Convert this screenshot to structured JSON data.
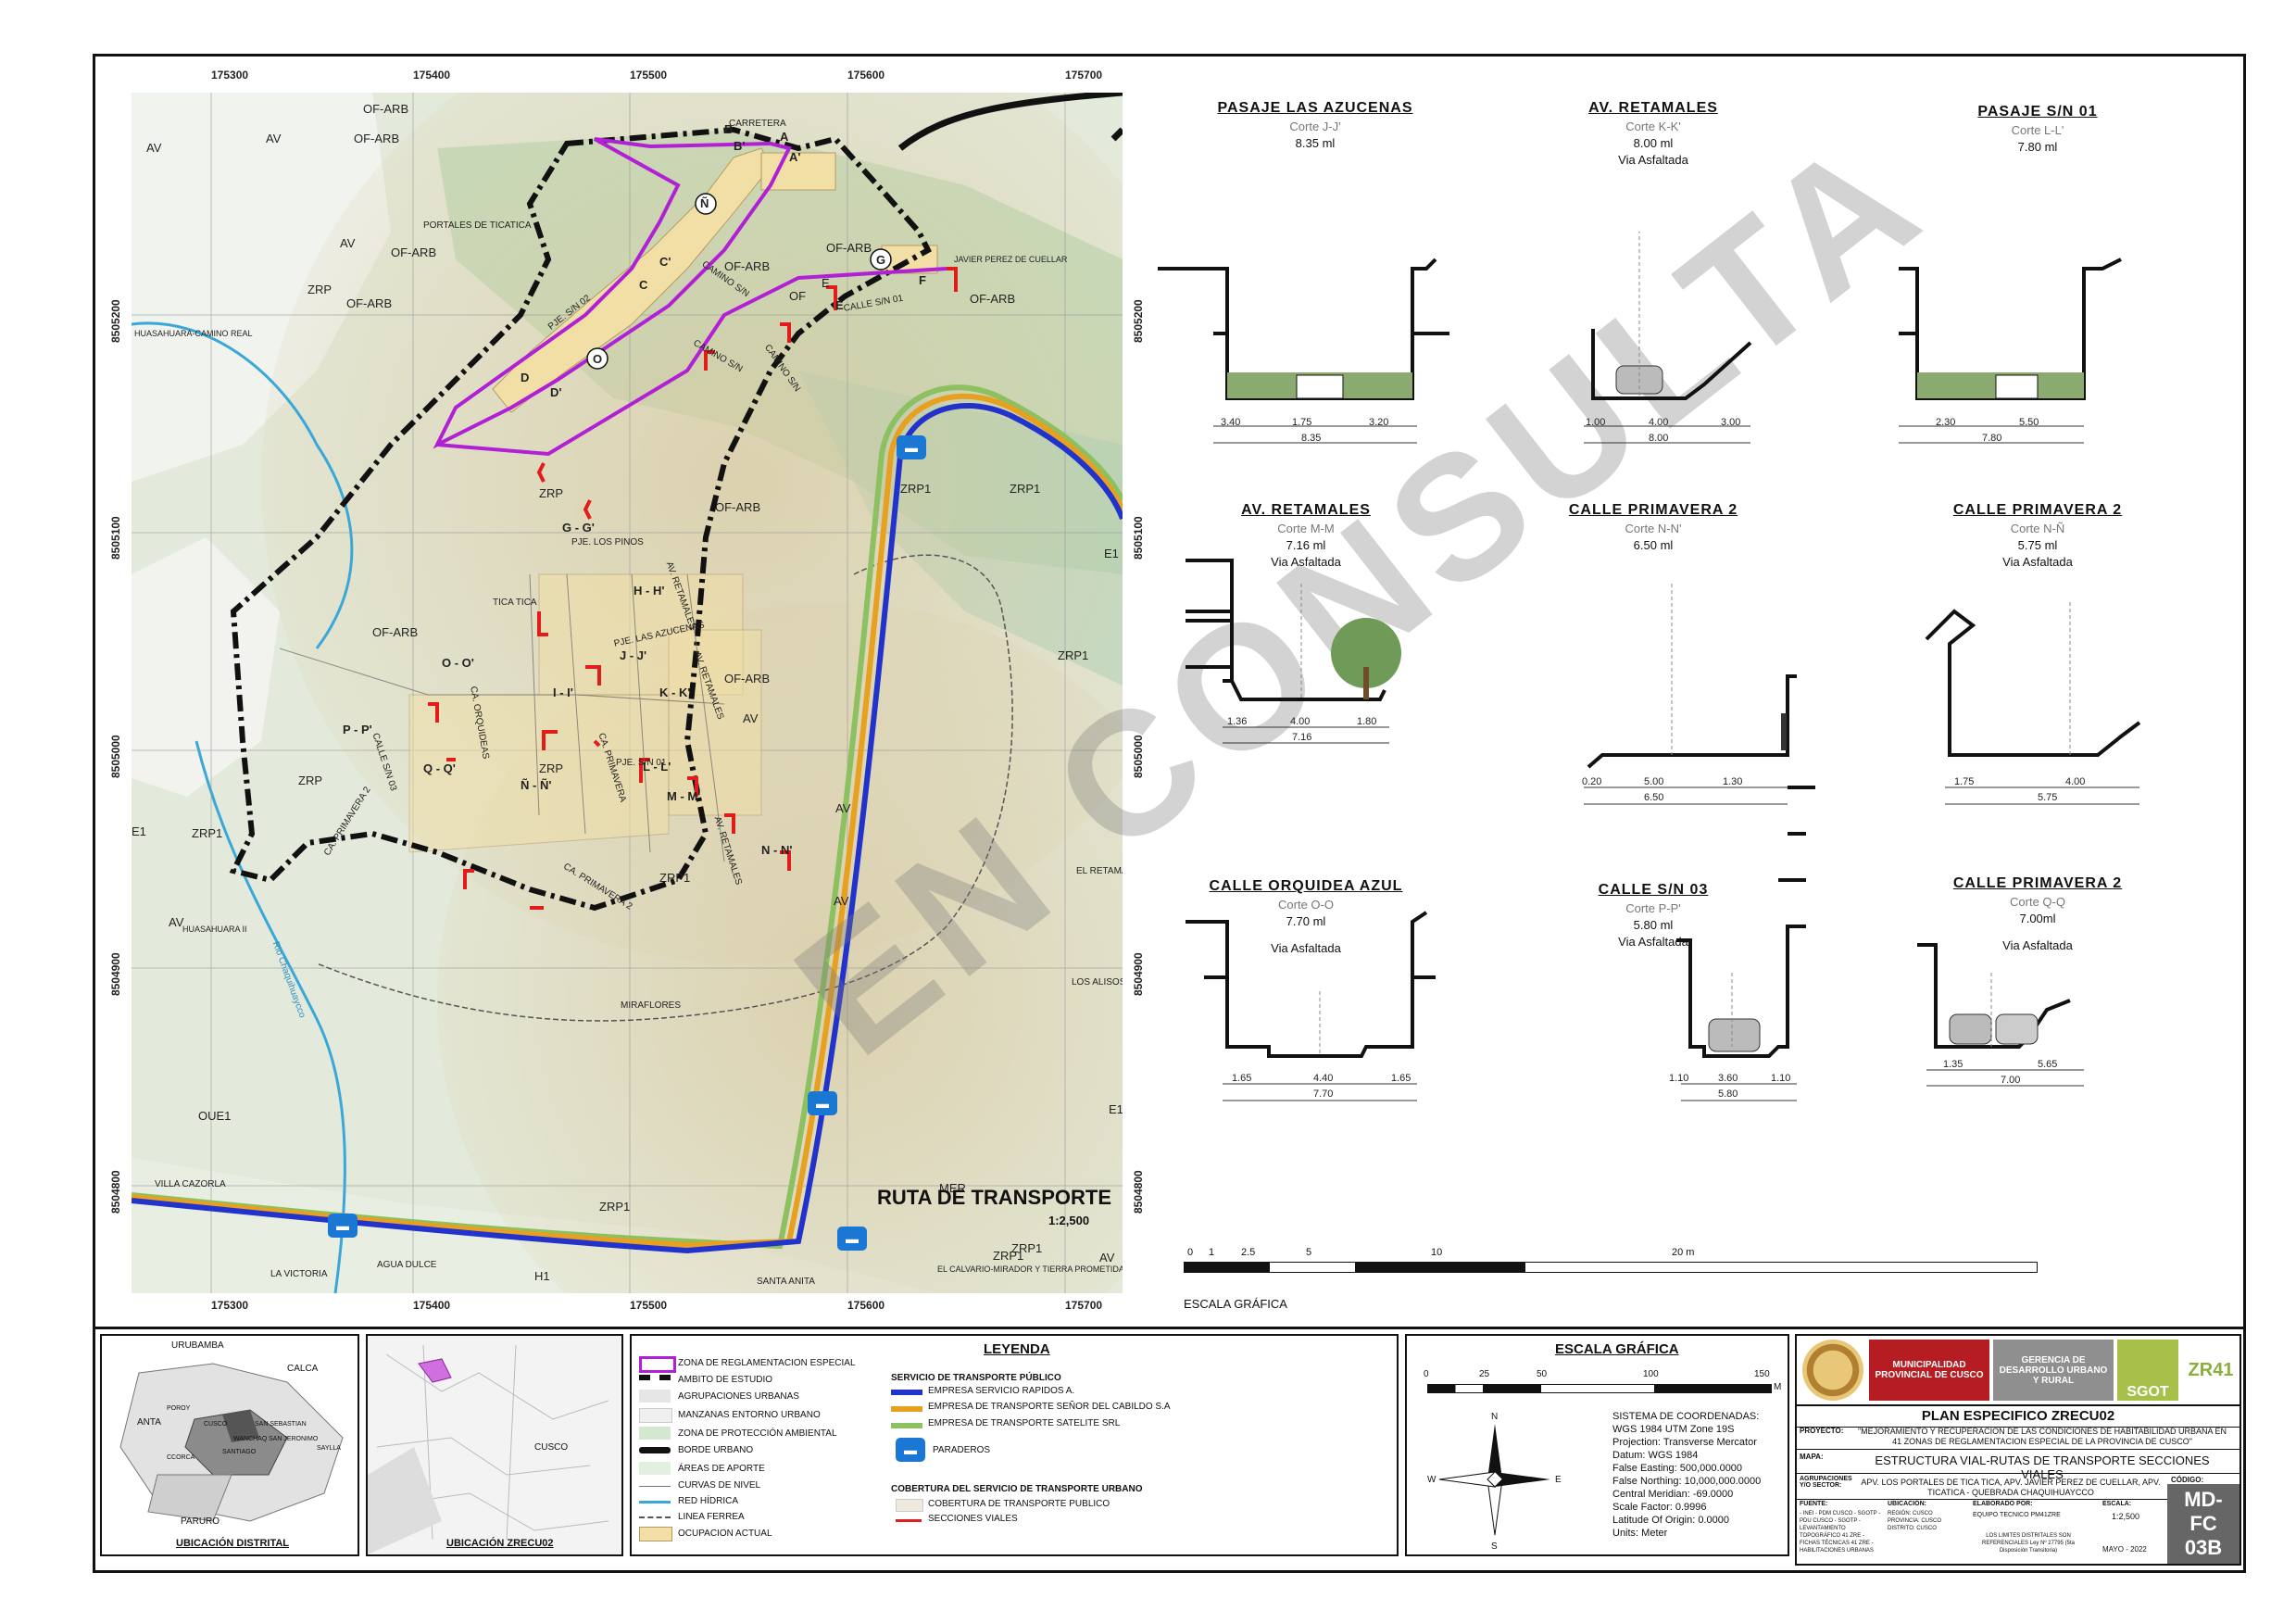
{
  "map": {
    "title": "RUTA DE TRANSPORTE",
    "scale": "1:2,500",
    "x_ticks": [
      "175300",
      "175400",
      "175500",
      "175600",
      "175700"
    ],
    "y_ticks": [
      "8505200",
      "8505100",
      "8505000",
      "8504900",
      "8504800"
    ],
    "labels": [
      {
        "id": "av1",
        "text": "AV"
      },
      {
        "id": "ofarb1",
        "text": "OF-ARB"
      },
      {
        "id": "ofarb2",
        "text": "OF-ARB"
      },
      {
        "id": "av2",
        "text": "AV"
      },
      {
        "id": "av3",
        "text": "AV"
      },
      {
        "id": "portales",
        "text": "PORTALES DE TICATICA"
      },
      {
        "id": "ofarb3",
        "text": "OF-ARB"
      },
      {
        "id": "zrp1",
        "text": "ZRP"
      },
      {
        "id": "ofarb4",
        "text": "OF-ARB"
      },
      {
        "id": "huasa",
        "text": "HUASAHUARA-CAMINO REAL"
      },
      {
        "id": "zrp2",
        "text": "ZRP"
      },
      {
        "id": "ofarb5",
        "text": "OF-ARB"
      },
      {
        "id": "ticatica",
        "text": "TICA TICA"
      },
      {
        "id": "ofarb6",
        "text": "OF-ARB"
      },
      {
        "id": "zrp3",
        "text": "ZRP"
      },
      {
        "id": "zrp1a",
        "text": "ZRP1"
      },
      {
        "id": "e1a",
        "text": "E1"
      },
      {
        "id": "av4",
        "text": "AV"
      },
      {
        "id": "huasa2",
        "text": "HUASAHUARA II"
      },
      {
        "id": "miraflores",
        "text": "MIRAFLORES"
      },
      {
        "id": "oue1",
        "text": "OUE1"
      },
      {
        "id": "villa",
        "text": "VILLA CAZORLA"
      },
      {
        "id": "zrp1b",
        "text": "ZRP1"
      },
      {
        "id": "victoria",
        "text": "LA VICTORIA"
      },
      {
        "id": "aguadulce",
        "text": "AGUA DULCE"
      },
      {
        "id": "h1",
        "text": "H1"
      },
      {
        "id": "santaanita",
        "text": "SANTA ANITA"
      },
      {
        "id": "zrp1c",
        "text": "ZRP1"
      },
      {
        "id": "zrp1d",
        "text": "ZRP1"
      },
      {
        "id": "zrp1e",
        "text": "ZRP1"
      },
      {
        "id": "e1b",
        "text": "E1"
      },
      {
        "id": "elretamal",
        "text": "EL RETAMAL"
      },
      {
        "id": "losalisos",
        "text": "LOS ALISOS"
      },
      {
        "id": "av5",
        "text": "AV"
      },
      {
        "id": "av6",
        "text": "AV"
      },
      {
        "id": "av7",
        "text": "AV"
      },
      {
        "id": "mer",
        "text": "MER"
      },
      {
        "id": "zrp1f",
        "text": "ZRP1"
      },
      {
        "id": "calvario",
        "text": "EL CALVARIO-MIRADOR Y TIERRA PROMETIDA"
      },
      {
        "id": "javier",
        "text": "JAVIER PEREZ DE CUELLAR"
      },
      {
        "id": "ofarb7",
        "text": "OF-ARB"
      },
      {
        "id": "ofarb8",
        "text": "OF-ARB"
      },
      {
        "id": "e",
        "text": "E"
      },
      {
        "id": "of",
        "text": "OF"
      },
      {
        "id": "zrp1g",
        "text": "ZRP1"
      },
      {
        "id": "ofarb9",
        "text": "OF-ARB"
      },
      {
        "id": "av8",
        "text": "AV"
      },
      {
        "id": "zrp4",
        "text": "ZRP"
      },
      {
        "id": "ofarb10",
        "text": "OF-ARB"
      },
      {
        "id": "e1c",
        "text": "E1"
      },
      {
        "id": "zrp1h",
        "text": "ZRP1"
      },
      {
        "id": "rio",
        "text": "Rio Chaquihuaycco"
      }
    ],
    "streets": [
      {
        "id": "pjelospinos",
        "text": "PJE. LOS PINOS"
      },
      {
        "id": "avret1",
        "text": "AV. RETAMALES"
      },
      {
        "id": "pjeazu",
        "text": "PJE. LAS AZUCENAS"
      },
      {
        "id": "avret2",
        "text": "AV. RETAMALES"
      },
      {
        "id": "caorq",
        "text": "CA. ORQUIDEAS"
      },
      {
        "id": "pjesn01",
        "text": "PJE. S/N 01"
      },
      {
        "id": "caprim",
        "text": "CA. PRIMAVERA"
      },
      {
        "id": "avret3",
        "text": "AV. RETAMALES"
      },
      {
        "id": "caprim2",
        "text": "CA. PRIMAVERA 2"
      },
      {
        "id": "caprim2b",
        "text": "CA. PRIMAVERA 2"
      },
      {
        "id": "calle03",
        "text": "CALLE S/N 03"
      },
      {
        "id": "camsn1",
        "text": "CAMINO S/N"
      },
      {
        "id": "camsn2",
        "text": "CAMINO S/N"
      },
      {
        "id": "camsn3",
        "text": "CAMINO S/N"
      },
      {
        "id": "callesn01",
        "text": "CALLE S/N 01"
      },
      {
        "id": "pjesn02",
        "text": "PJE. S/N 02"
      },
      {
        "id": "carretera",
        "text": "CARRETERA"
      }
    ],
    "sections": [
      {
        "id": "b",
        "text": "B"
      },
      {
        "id": "bp",
        "text": "B'"
      },
      {
        "id": "a",
        "text": "A"
      },
      {
        "id": "ap",
        "text": "A'"
      },
      {
        "id": "n",
        "text": "Ñ"
      },
      {
        "id": "c",
        "text": "C"
      },
      {
        "id": "cp",
        "text": "C'"
      },
      {
        "id": "o",
        "text": "O"
      },
      {
        "id": "d",
        "text": "D"
      },
      {
        "id": "dp",
        "text": "D'"
      },
      {
        "id": "g",
        "text": "G"
      },
      {
        "id": "e",
        "text": "E"
      },
      {
        "id": "f",
        "text": "F"
      },
      {
        "id": "gg",
        "text": "G - G'"
      },
      {
        "id": "hh",
        "text": "H - H'"
      },
      {
        "id": "jj",
        "text": "J - J'"
      },
      {
        "id": "oo",
        "text": "O - O'"
      },
      {
        "id": "ii",
        "text": "I - I'"
      },
      {
        "id": "kk",
        "text": "K - K'"
      },
      {
        "id": "pp",
        "text": "P - P'"
      },
      {
        "id": "ll",
        "text": "L - L'"
      },
      {
        "id": "mm",
        "text": "M - M'"
      },
      {
        "id": "qq",
        "text": "Q - Q'"
      },
      {
        "id": "nn",
        "text": "Ñ - Ñ'"
      },
      {
        "id": "np",
        "text": "N - N'"
      }
    ]
  },
  "sections_panel": [
    {
      "id": "s1",
      "title": "PASAJE LAS AZUCENAS",
      "corte": "Corte J-J'",
      "width": "8.35 ml",
      "surface": "",
      "dims": [
        "3.40",
        "1.75",
        "3.20"
      ],
      "total": "8.35"
    },
    {
      "id": "s2",
      "title": "AV. RETAMALES",
      "corte": "Corte K-K'",
      "width": "8.00 ml",
      "surface": "Via Asfaltada",
      "dims": [
        "1.00",
        "4.00",
        "3.00"
      ],
      "total": "8.00"
    },
    {
      "id": "s3",
      "title": "PASAJE S/N 01",
      "corte": "Corte L-L'",
      "width": "7.80 ml",
      "surface": "",
      "dims": [
        "2.30",
        "5.50"
      ],
      "total": "7.80"
    },
    {
      "id": "s4",
      "title": "AV. RETAMALES",
      "corte": "Corte M-M",
      "width": "7.16 ml",
      "surface": "Via Asfaltada",
      "dims": [
        "1.36",
        "4.00",
        "1.80"
      ],
      "total": "7.16"
    },
    {
      "id": "s5",
      "title": "CALLE PRIMAVERA 2",
      "corte": "Corte N-N'",
      "width": "6.50 ml",
      "surface": "",
      "dims": [
        "0.20",
        "5.00",
        "1.30"
      ],
      "total": "6.50"
    },
    {
      "id": "s6",
      "title": "CALLE PRIMAVERA 2",
      "corte": "Corte N-Ñ",
      "width": "5.75 ml",
      "surface": "Via Asfaltada",
      "dims": [
        "1.75",
        "4.00"
      ],
      "total": "5.75"
    },
    {
      "id": "s7",
      "title": "CALLE ORQUIDEA AZUL",
      "corte": "Corte O-O",
      "width": "7.70 ml",
      "surface": "Via Asfaltada",
      "dims": [
        "1.65",
        "4.40",
        "1.65"
      ],
      "total": "7.70"
    },
    {
      "id": "s8",
      "title": "CALLE S/N 03",
      "corte": "Corte P-P'",
      "width": "5.80 ml",
      "surface": "Via Asfaltada",
      "dims": [
        "1.10",
        "3.60",
        "1.10"
      ],
      "total": "5.80"
    },
    {
      "id": "s9",
      "title": "CALLE PRIMAVERA 2",
      "corte": "Corte Q-Q",
      "width": "7.00ml",
      "surface": "Via Asfaltada",
      "dims": [
        "1.35",
        "5.65"
      ],
      "total": "7.00"
    }
  ],
  "graphic_scale": {
    "label": "ESCALA GRÁFICA",
    "ticks": [
      "0",
      "1",
      "2.5",
      "5",
      "10",
      "20 m"
    ]
  },
  "watermark": "EN CONSULTA",
  "locator": {
    "district_title": "UBICACIÓN DISTRITAL",
    "zone_title": "UBICACIÓN ZRECU02",
    "district_labels": [
      "URUBAMBA",
      "CALCA",
      "ANTA",
      "PARURO",
      "CUSCO",
      "SAN SEBASTIAN",
      "SANTIAGO",
      "WANCHAQ",
      "SAN JERONIMO",
      "SAYLLA",
      "CCORCA",
      "POROY"
    ],
    "zone_labels": [
      "CUSCO"
    ]
  },
  "legend": {
    "title": "LEYENDA",
    "items": [
      "ZONA DE REGLAMENTACION ESPECIAL",
      "AMBITO DE ESTUDIO",
      "AGRUPACIONES URBANAS",
      "MANZANAS ENTORNO URBANO",
      "ZONA DE PROTECCIÓN AMBIENTAL",
      "BORDE URBANO",
      "ÁREAS DE APORTE",
      "CURVAS DE NIVEL",
      "RED HÍDRICA",
      "LINEA FERREA",
      "OCUPACION ACTUAL"
    ],
    "transport_title": "SERVICIO DE TRANSPORTE PÚBLICO",
    "transport": [
      {
        "text": "EMPRESA SERVICIO RAPIDOS A.",
        "color": "#2233cc"
      },
      {
        "text": "EMPRESA DE TRANSPORTE SEÑOR DEL CABILDO S.A",
        "color": "#e8a020"
      },
      {
        "text": "EMPRESA DE TRANSPORTE SATELITE SRL",
        "color": "#8cc060"
      }
    ],
    "paraderos": "PARADEROS",
    "coverage_title": "COBERTURA DEL SERVICIO DE TRANSPORTE URBANO",
    "coverage": [
      "COBERTURA DE TRANSPORTE PUBLICO",
      "SECCIONES VIALES"
    ]
  },
  "scale_box": {
    "title": "ESCALA GRÁFICA",
    "ticks": [
      "0",
      "25",
      "50",
      "100",
      "150"
    ],
    "unit": "M",
    "coords": [
      "SISTEMA DE COORDENADAS:",
      "WGS 1984 UTM Zone 19S",
      "Projection: Transverse Mercator",
      "Datum: WGS 1984",
      "False Easting: 500,000.0000",
      "False Northing: 10,000,000.0000",
      "Central Meridian: -69.0000",
      "Scale Factor: 0.9996",
      "Latitude Of Origin: 0.0000",
      "Units: Meter"
    ],
    "north": "N",
    "south": "S",
    "east": "E",
    "west": "W"
  },
  "titleblock": {
    "muni": "MUNICIPALIDAD PROVINCIAL DE CUSCO",
    "gerencia": "GERENCIA DE DESARROLLO URBANO Y RURAL",
    "sgot": "SGOT",
    "zr": "ZR41",
    "plan": "PLAN ESPECIFICO ZRECU02",
    "proyecto_label": "PROYECTO:",
    "proyecto": "\"MEJORAMIENTO Y RECUPERACION DE LAS CONDICIONES DE HABITABILIDAD URBANA EN 41 ZONAS DE REGLAMENTACION ESPECIAL DE LA PROVINCIA DE CUSCO\"",
    "mapa_label": "MAPA:",
    "mapa": "ESTRUCTURA VIAL-RUTAS DE TRANSPORTE SECCIONES VIALES",
    "agrup_label": "AGRUPACIONES Y/O SECTOR:",
    "agrup": "APV. LOS PORTALES DE TICA TICA, APV. JAVIER PEREZ DE CUELLAR, APV. TICATICA - QUEBRADA CHAQUIHUAYCCO",
    "codigo_label": "CÓDIGO:",
    "codigo": "MD-FC 03B",
    "fuente_label": "FUENTE:",
    "fuente": "- INEI - PDM CUSCO - SGOTP - PDU CUSCO - SGOTP - LEVANTAMIENTO TOPOGRÁFICO 41 ZRE - FICHAS TÉCNICAS 41 ZRE - HABILITACIONES URBANAS",
    "ubicacion_label": "UBICACIÓN:",
    "ubicacion": "REGIÓN: CUSCO PROVINCIA: CUSCO DISTRITO: CUSCO",
    "elaborado_label": "ELABORADO POR:",
    "elaborado": "EQUIPO TECNICO PM41ZRE",
    "limites": "LOS LIMITES DISTRITALES SON REFERENCIALES Ley Nº 27795 (5ta Disposición Transitoria)",
    "escala_label": "ESCALA:",
    "escala": "1:2,500",
    "fecha": "MAYO - 2022"
  }
}
